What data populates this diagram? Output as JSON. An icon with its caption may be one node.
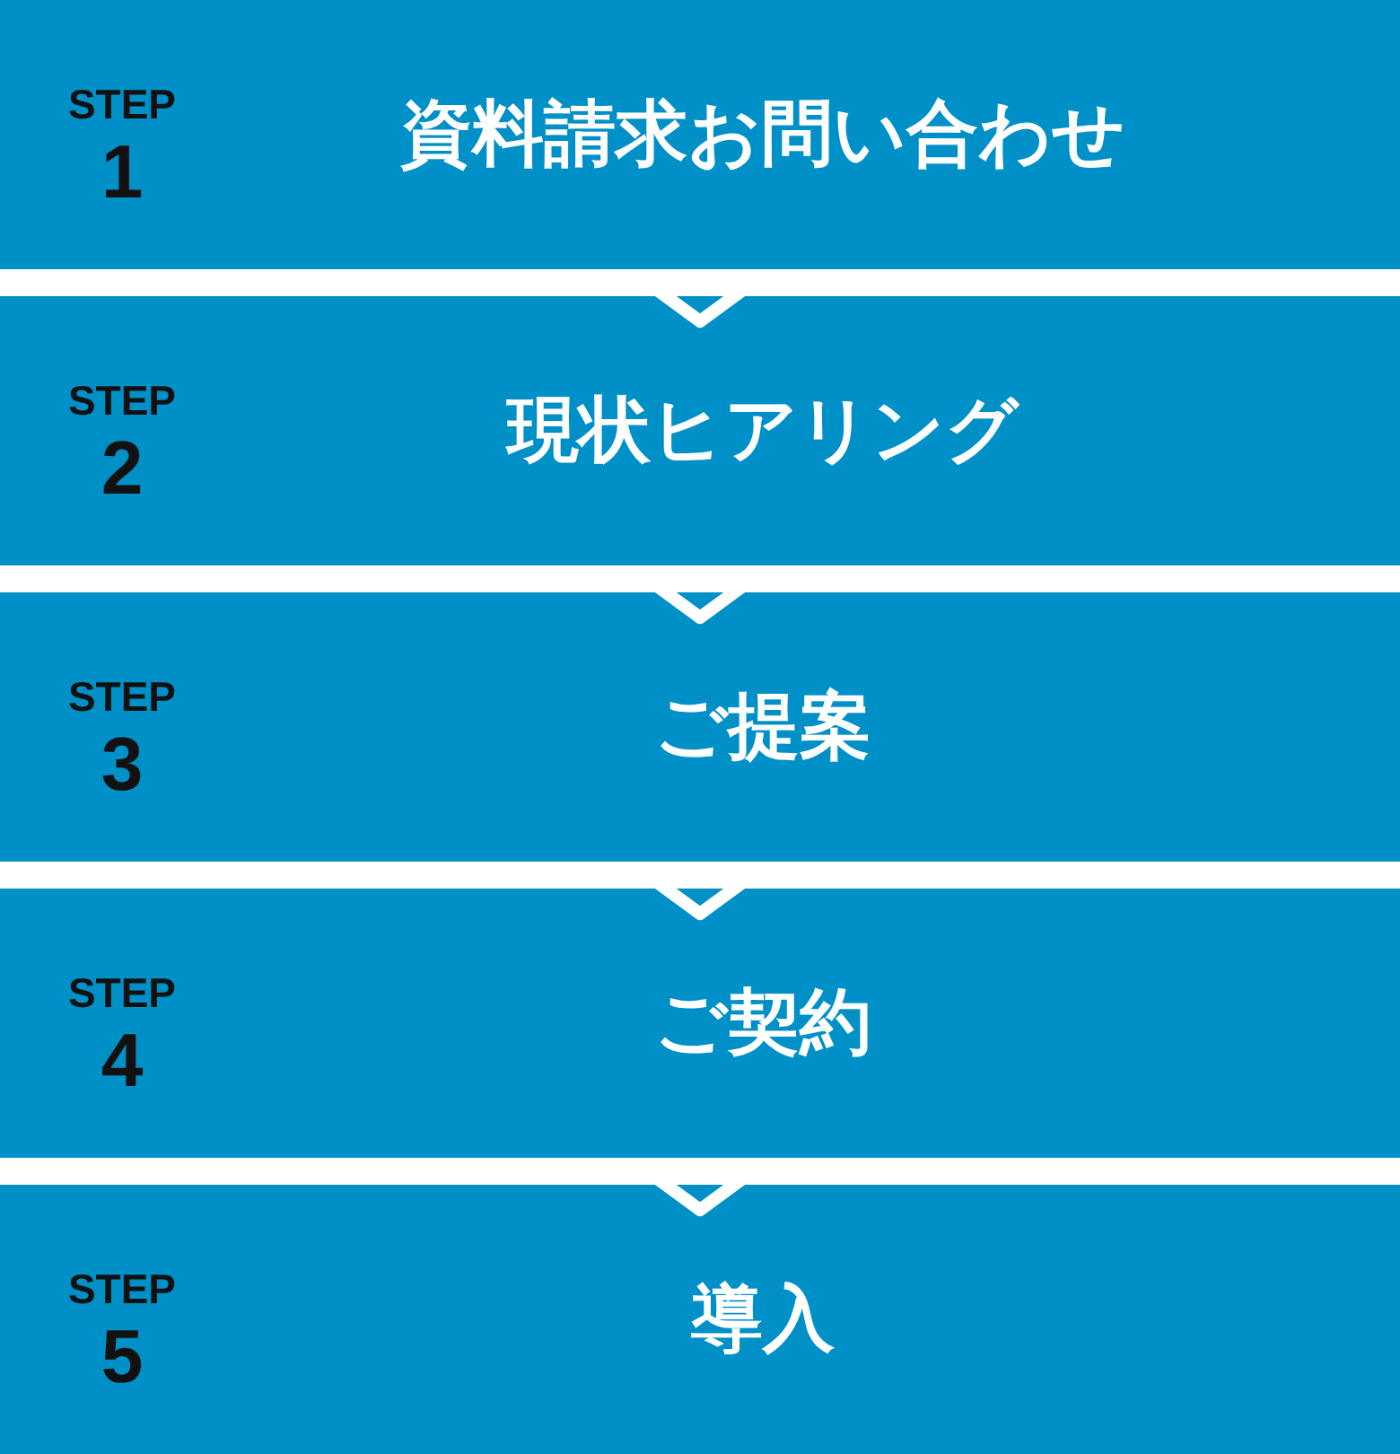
{
  "diagram": {
    "nodes": [
      {
        "text": [
          "STEP 1",
          "資料請求お問い合わせ"
        ]
      },
      {
        "text": [
          "STEP 2",
          "現状ヒアリング"
        ]
      },
      {
        "text": [
          "STEP 3",
          "ご提案"
        ]
      },
      {
        "text": [
          "STEP 4",
          "ご契約"
        ]
      },
      {
        "text": [
          "STEP 5",
          "導入"
        ]
      }
    ],
    "edges": [
      {
        "from": 0,
        "to": 1,
        "arrow": "to"
      },
      {
        "from": 1,
        "to": 2,
        "arrow": "to"
      },
      {
        "from": 2,
        "to": 3,
        "arrow": "to"
      },
      {
        "from": 3,
        "to": 4,
        "arrow": "to"
      }
    ]
  }
}
